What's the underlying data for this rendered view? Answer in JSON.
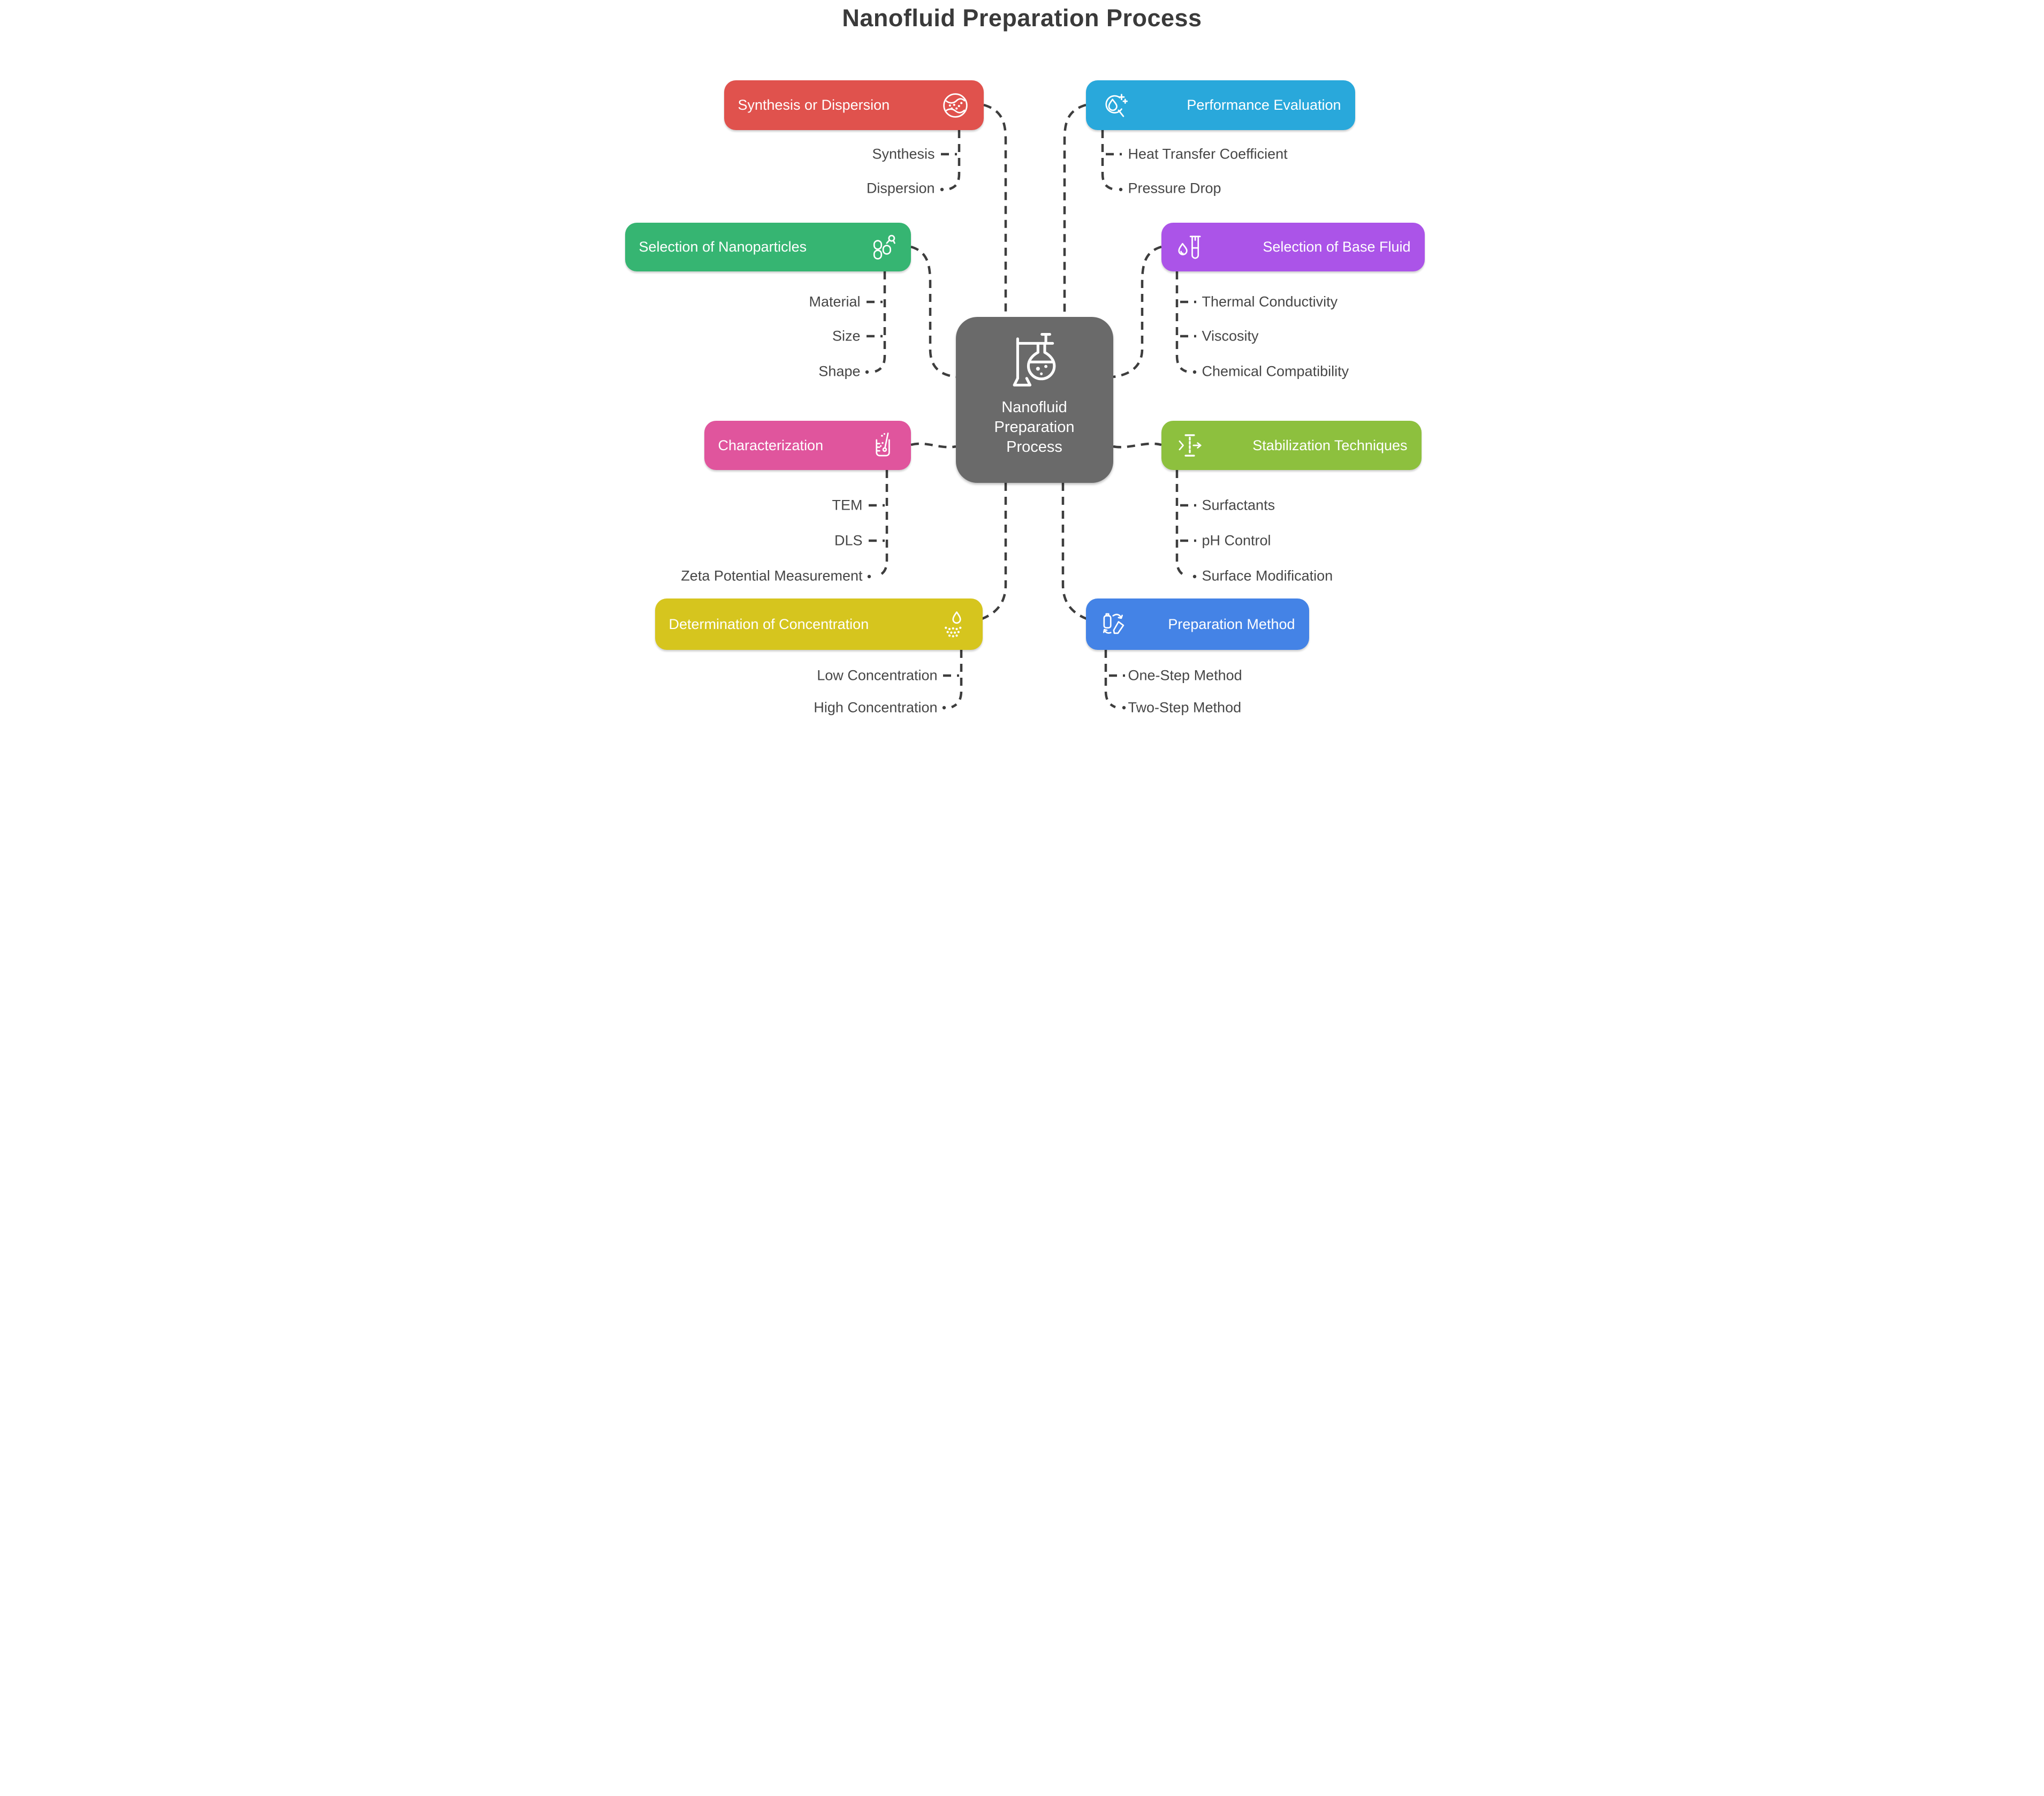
{
  "title": "Nanofluid Preparation Process",
  "connector_color": "#3d3d3d",
  "center": {
    "lines": [
      "Nanofluid",
      "Preparation",
      "Process"
    ],
    "icon": "flask-apparatus-icon",
    "color": "#6a6a6a"
  },
  "branches": [
    {
      "label": "Synthesis or Dispersion",
      "color": "#e0524d",
      "side": "left",
      "icon": "dispersion-ball-icon",
      "children": [
        "Synthesis",
        "Dispersion"
      ]
    },
    {
      "label": "Performance Evaluation",
      "color": "#29a8db",
      "side": "right",
      "icon": "droplet-magnifier-icon",
      "children": [
        "Heat Transfer Coefficient",
        "Pressure Drop"
      ]
    },
    {
      "label": "Selection of Nanoparticles",
      "color": "#36b572",
      "side": "left",
      "icon": "nanoparticles-cluster-icon",
      "children": [
        "Material",
        "Size",
        "Shape"
      ]
    },
    {
      "label": "Selection of Base Fluid",
      "color": "#ab54e8",
      "side": "right",
      "icon": "droplet-testtube-icon",
      "children": [
        "Thermal Conductivity",
        "Viscosity",
        "Chemical Compatibility"
      ]
    },
    {
      "label": "Characterization",
      "color": "#e0559d",
      "side": "left",
      "icon": "beaker-stirrer-icon",
      "children": [
        "TEM",
        "DLS",
        "Zeta Potential Measurement"
      ]
    },
    {
      "label": "Stabilization Techniques",
      "color": "#8dc03e",
      "side": "right",
      "icon": "distribute-arrow-icon",
      "children": [
        "Surfactants",
        "pH Control",
        "Surface Modification"
      ]
    },
    {
      "label": "Determination of Concentration",
      "color": "#d6c51e",
      "side": "left",
      "icon": "droplet-spray-icon",
      "children": [
        "Low Concentration",
        "High Concentration"
      ]
    },
    {
      "label": "Preparation Method",
      "color": "#4483e6",
      "side": "right",
      "icon": "convert-cycle-icon",
      "children": [
        "One-Step Method",
        "Two-Step Method"
      ]
    }
  ]
}
